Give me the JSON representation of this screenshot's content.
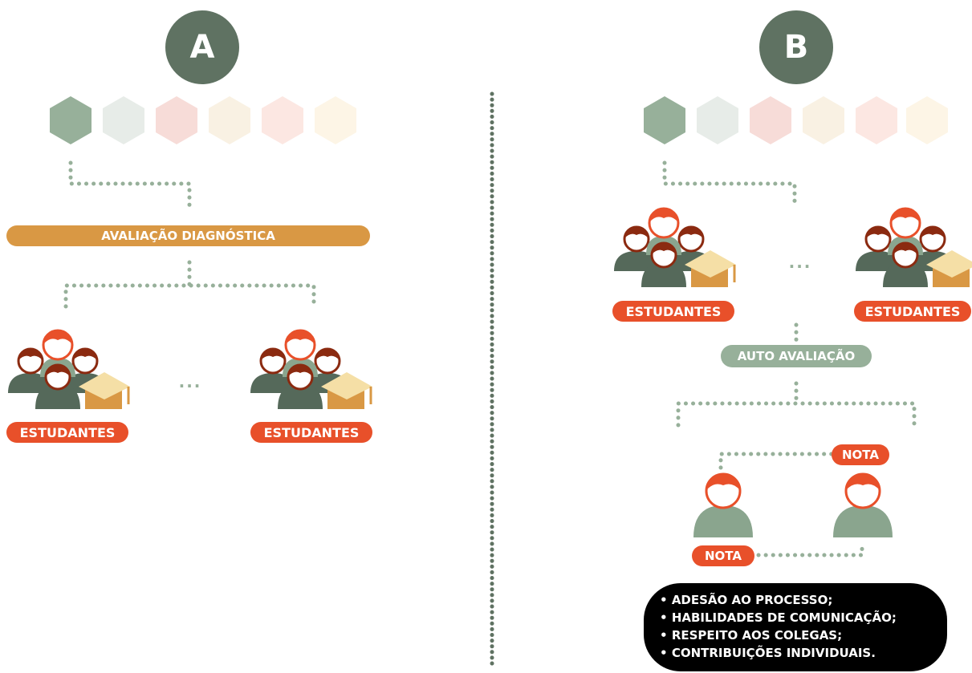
{
  "panel_a": {
    "badge": "A",
    "diagnostic_label": "AVALIAÇÃO DIAGNÓSTICA",
    "students_left_label": "ESTUDANTES",
    "students_right_label": "ESTUDANTES",
    "ellipsis": "..."
  },
  "panel_b": {
    "badge": "B",
    "students_left_label": "ESTUDANTES",
    "students_right_label": "ESTUDANTES",
    "ellipsis": "...",
    "self_assessment_label": "AUTO AVALIAÇÃO",
    "grade_top_label": "NOTA",
    "grade_bottom_label": "NOTA",
    "criteria": [
      "ADESÃO AO PROCESSO;",
      "HABILIDADES DE COMUNICAÇÃO;",
      "RESPEITO AOS COLEGAS;",
      "CONTRIBUIÇÕES INDIVIDUAIS."
    ]
  },
  "colors": {
    "dark_green": "#5f7262",
    "sage": "#97b09a",
    "orange_red": "#e8502a",
    "mustard": "#d99844",
    "black": "#000000"
  },
  "icons": [
    "hexagon-icon",
    "student-group-icon",
    "graduation-cap-icon",
    "person-icon"
  ]
}
